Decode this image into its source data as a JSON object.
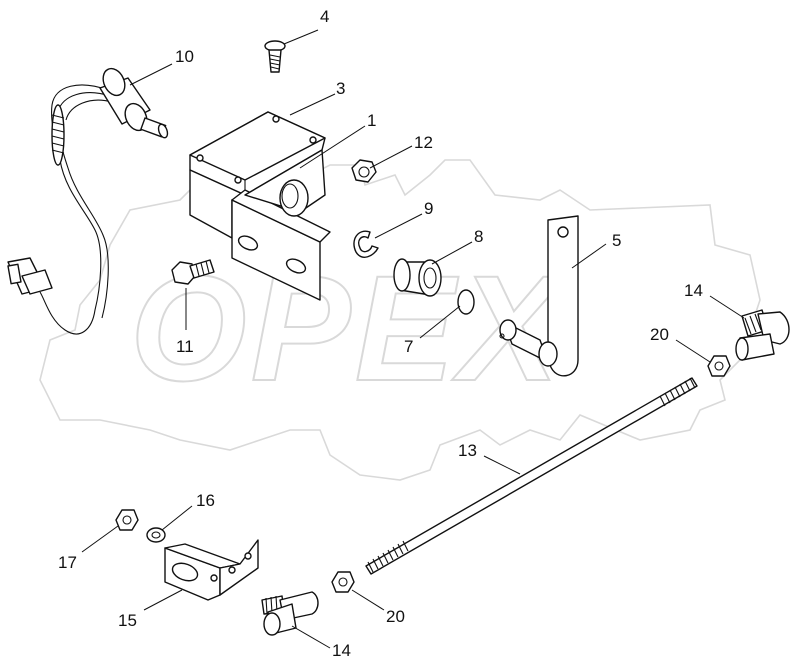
{
  "watermark": {
    "text": "OPEX",
    "gear_color": "#d9d9d9"
  },
  "callouts": {
    "c1": "1",
    "c3": "3",
    "c4": "4",
    "c5": "5",
    "c7": "7",
    "c8": "8",
    "c9": "9",
    "c10": "10",
    "c11": "11",
    "c12": "12",
    "c13": "13",
    "c14a": "14",
    "c14b": "14",
    "c15": "15",
    "c16": "16",
    "c17": "17",
    "c20a": "20",
    "c20b": "20"
  },
  "colors": {
    "line": "#111111",
    "background": "#ffffff"
  }
}
